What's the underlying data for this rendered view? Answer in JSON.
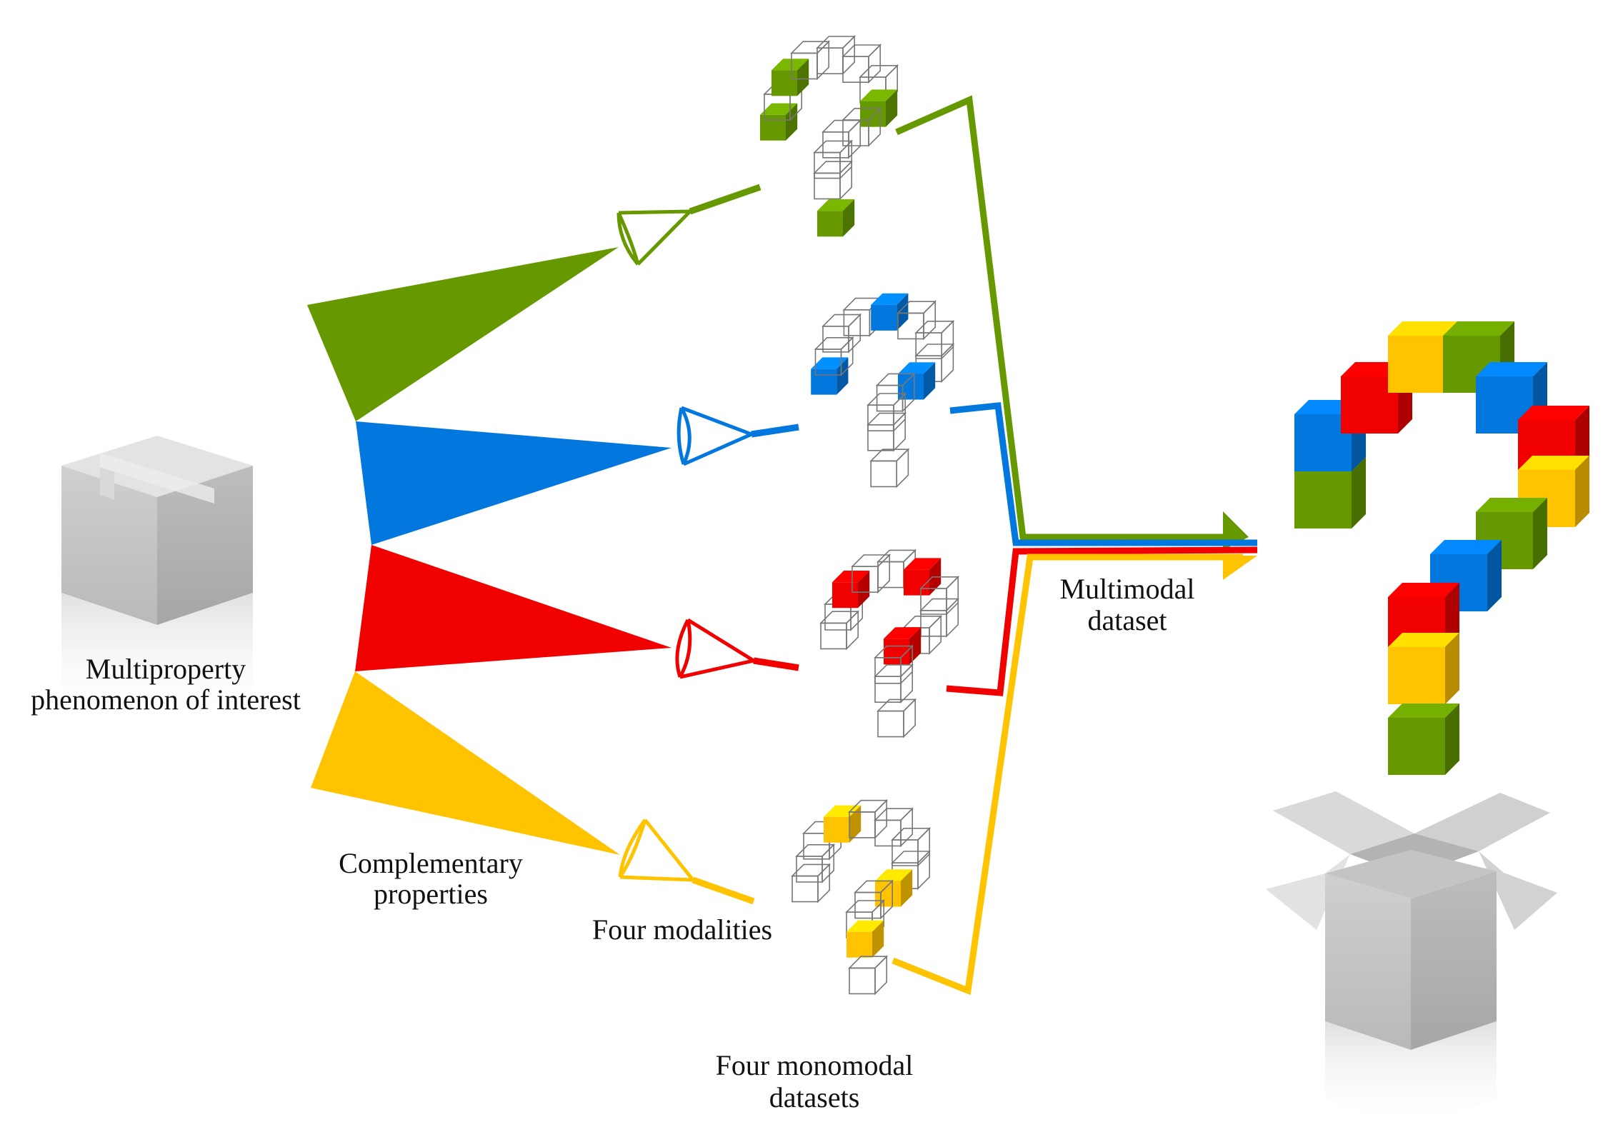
{
  "labels": {
    "phenomenon_line1": "Multiproperty",
    "phenomenon_line2": "phenomenon of interest",
    "complementary_line1": "Complementary",
    "complementary_line2": "properties",
    "modalities": "Four modalities",
    "monomodal_line1": "Four monomodal",
    "monomodal_line2": "datasets",
    "multimodal_line1": "Multimodal",
    "multimodal_line2": "dataset"
  },
  "modalities": [
    {
      "color_name": "green",
      "color": "#669900"
    },
    {
      "color_name": "blue",
      "color": "#0277DD"
    },
    {
      "color_name": "red",
      "color": "#F10000"
    },
    {
      "color_name": "yellow",
      "color": "#FFC300"
    }
  ],
  "icons": {
    "closed_box": "closed-box-icon",
    "open_box": "open-box-icon",
    "eye": "eye-icon",
    "question_mark": "question-mark-icon"
  }
}
